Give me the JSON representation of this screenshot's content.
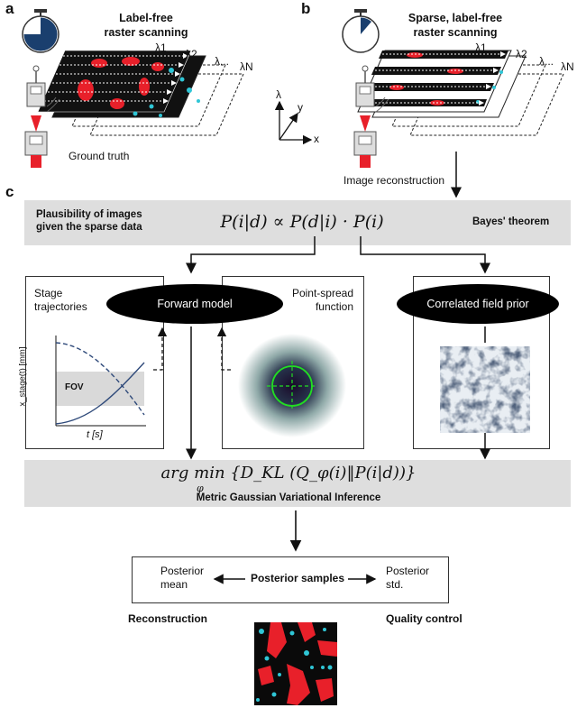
{
  "panel_a": {
    "letter": "a",
    "title_line1": "Label-free",
    "title_line2": "raster scanning",
    "ground_truth": "Ground truth",
    "lambda_labels": [
      "λ1",
      "λ2",
      "λ...",
      "λN"
    ]
  },
  "panel_b": {
    "letter": "b",
    "title_line1": "Sparse, label-free",
    "title_line2": "raster scanning",
    "image_reconstruction": "Image reconstruction",
    "lambda_labels": [
      "λ1",
      "λ2",
      "λ...",
      "λN"
    ]
  },
  "axes": {
    "lambda": "λ",
    "y": "y",
    "x": "x"
  },
  "panel_c": {
    "letter": "c",
    "plausibility_line1": "Plausibility of images",
    "plausibility_line2": "given the sparse data",
    "bayes_formula": "P(i|d) ∝ P(d|i) · P(i)",
    "bayes_label": "Bayes' theorem",
    "stage_line1": "Stage",
    "stage_line2": "trajectories",
    "forward_model": "Forward model",
    "psf_line1": "Point-spread",
    "psf_line2": "function",
    "correlated_prior": "Correlated field prior",
    "fov_label": "FOV",
    "plot_xlabel": "t [s]",
    "plot_ylabel": "x_stage(t) [mm]",
    "argmin_formula": "arg min {D_KL (Q_φ(i)‖P(i|d))}",
    "argmin_sub": "φ",
    "mgvi_label": "Metric Gaussian Variational Inference",
    "posterior_mean_line1": "Posterior",
    "posterior_mean_line2": "mean",
    "posterior_samples": "Posterior samples",
    "posterior_std_line1": "Posterior",
    "posterior_std_line2": "std.",
    "reconstruction": "Reconstruction",
    "quality_control": "Quality control"
  },
  "colors": {
    "red_spot": "#e8202a",
    "cyan_spot": "#2fc6d6",
    "gray_band": "#dedede",
    "trajectory": "#2f4a7a",
    "psf_ring": "#22dd22",
    "stopwatch": "#1a3f6e"
  }
}
